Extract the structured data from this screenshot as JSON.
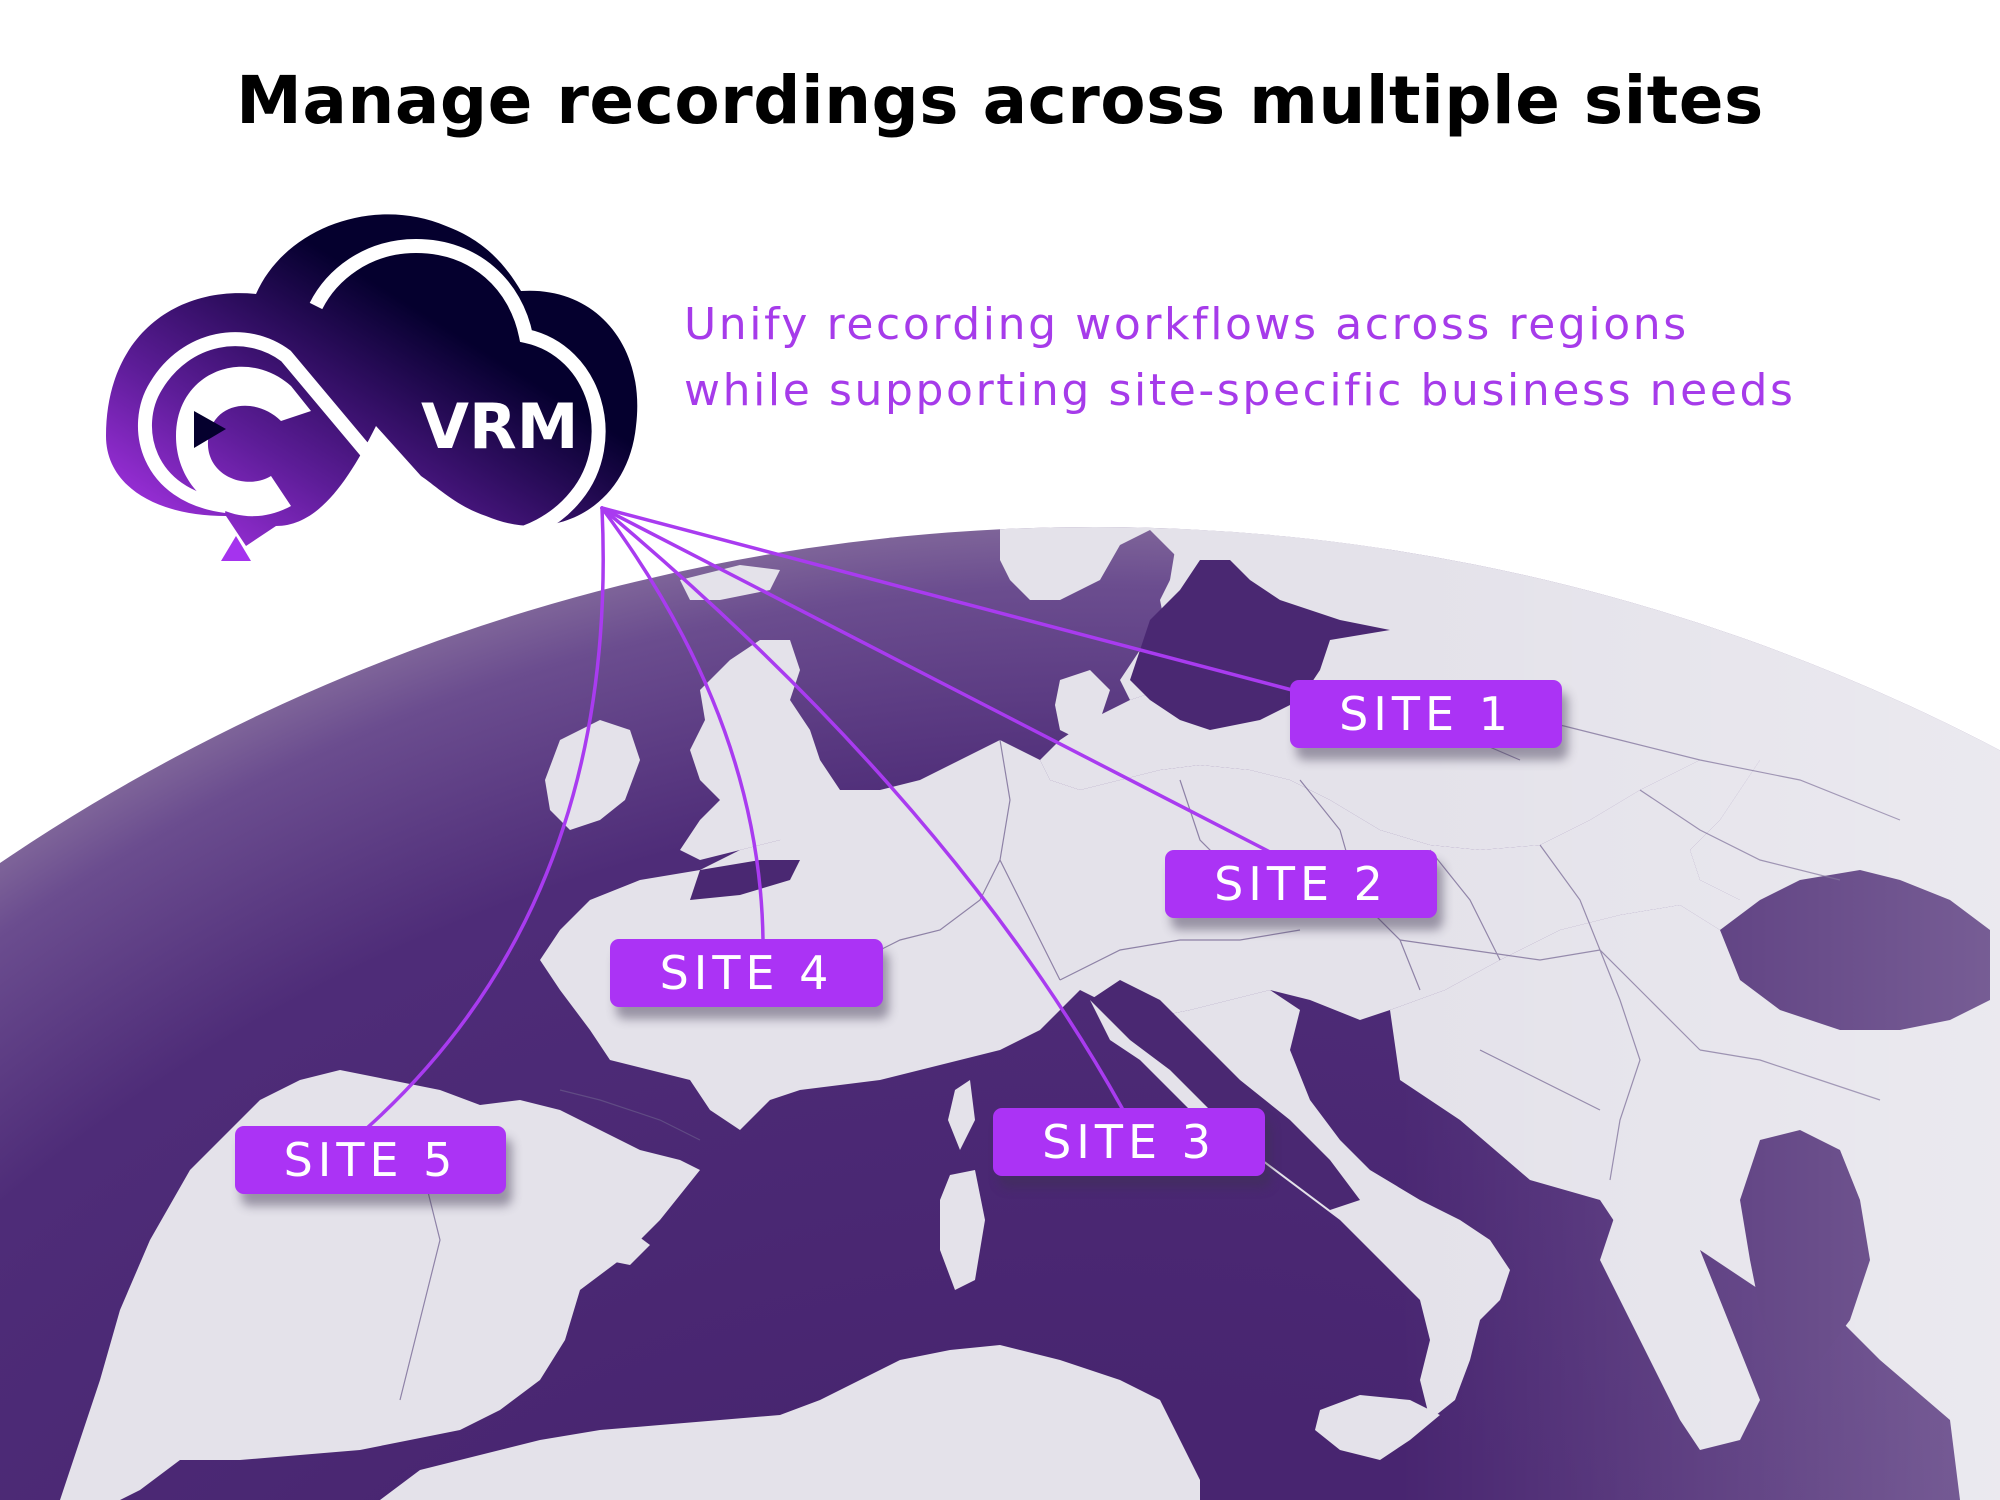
{
  "header": {
    "title": "Manage recordings across multiple sites"
  },
  "subtitle": {
    "lines": [
      "Unify recording workflows across regions",
      "while supporting site-specific business needs"
    ]
  },
  "logo": {
    "text": "VRM",
    "icon": "cloud-infinity-play-icon"
  },
  "sites": [
    {
      "label": "SITE 1",
      "region": "Baltic / Poland"
    },
    {
      "label": "SITE 2",
      "region": "Central Europe"
    },
    {
      "label": "SITE 3",
      "region": "Italy"
    },
    {
      "label": "SITE 4",
      "region": "France"
    },
    {
      "label": "SITE 5",
      "region": "Iberia"
    }
  ],
  "colors": {
    "accent": "#AB33F5",
    "subtitle": "#A63BEA",
    "logo_dark": "#05002E",
    "sea": "#4A2872",
    "land": "#E4E2EA",
    "title": "#000000"
  }
}
